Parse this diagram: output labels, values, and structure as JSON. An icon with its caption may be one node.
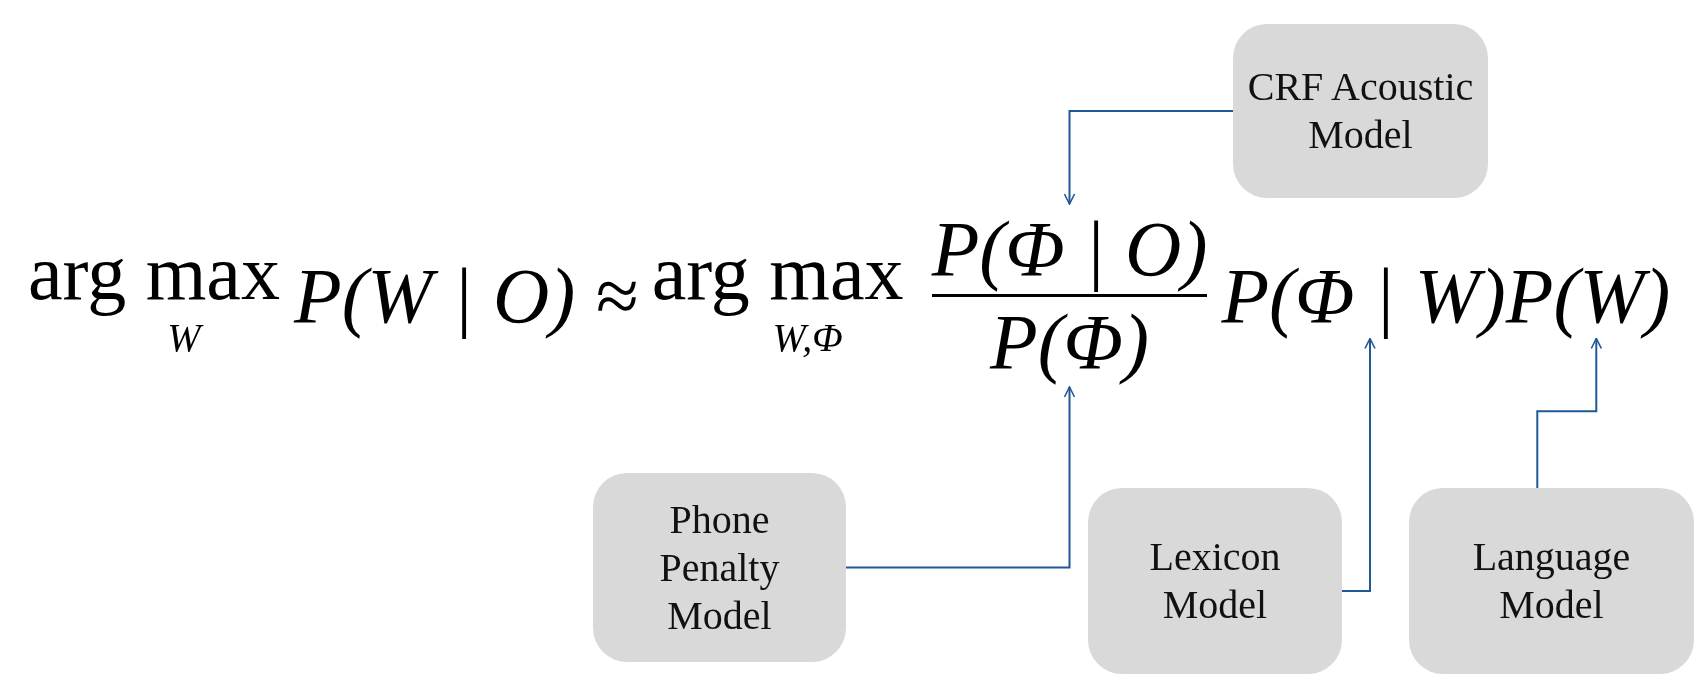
{
  "diagram": {
    "nodes": [
      {
        "text": [
          "CRF Acoustic Model"
        ]
      },
      {
        "text": [
          "Phone Penalty Model"
        ]
      },
      {
        "text": [
          "Lexicon Model"
        ]
      },
      {
        "text": [
          "Language Model"
        ]
      },
      {
        "text": [
          "P(Φ | O)"
        ]
      },
      {
        "text": [
          "P(Φ)"
        ]
      },
      {
        "text": [
          "P(Φ | W)"
        ]
      },
      {
        "text": [
          "P(W)"
        ]
      }
    ],
    "edges": [
      {
        "from": 0,
        "to": 4,
        "arrow": "to"
      },
      {
        "from": 1,
        "to": 5,
        "arrow": "to"
      },
      {
        "from": 2,
        "to": 6,
        "arrow": "to"
      },
      {
        "from": 3,
        "to": 7,
        "arrow": "to"
      }
    ],
    "labels": [
      "arg max",
      "W",
      "P(W | O) ≈",
      "arg max",
      "W,Φ"
    ]
  }
}
